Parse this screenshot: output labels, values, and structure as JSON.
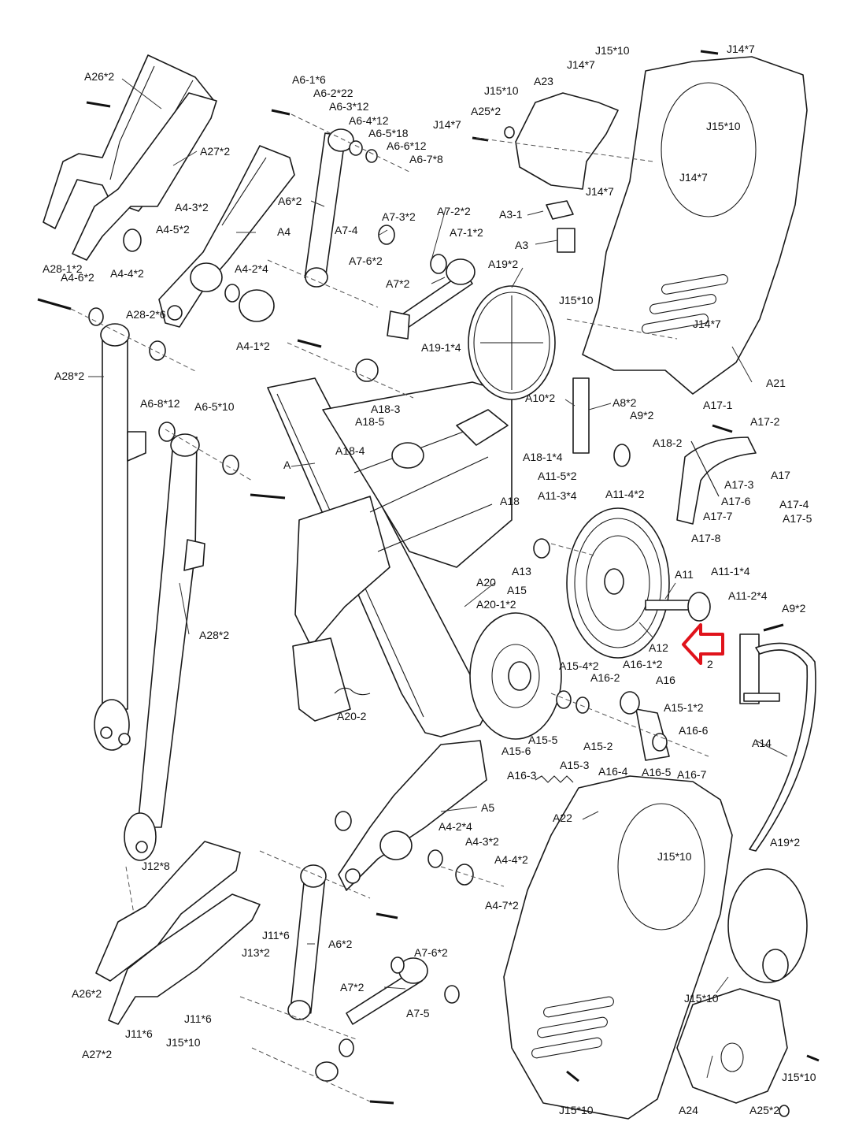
{
  "colors": {
    "line": "#1a1a1a",
    "highlight_arrow": "#e0131b",
    "background": "#ffffff"
  },
  "highlight": {
    "icon": "red-outline-arrow-icon",
    "target": "A12"
  },
  "labels": {
    "a26_top": "A26*2",
    "a27_top": "A27*2",
    "a28_1": "A28-1*2",
    "a4_6": "A4-6*2",
    "a4_4_top": "A4-4*2",
    "a4_5": "A4-5*2",
    "a4_3_top": "A4-3*2",
    "a4": "A4",
    "a28_2": "A28-2*6",
    "a4_2": "A4-2*4",
    "a4_1": "A4-1*2",
    "a28": "A28*2",
    "a6_8": "A6-8*12",
    "a6_5_low": "A6-5*10",
    "a28_b": "A28*2",
    "a6_1": "A6-1*6",
    "a6_2": "A6-2*22",
    "a6_3": "A6-3*12",
    "a6_4": "A6-4*12",
    "a6_5": "A6-5*18",
    "a6_6": "A6-6*12",
    "a6_7": "A6-7*8",
    "a6_top": "A6*2",
    "a7_4": "A7-4",
    "a7_3": "A7-3*2",
    "a7_6_top": "A7-6*2",
    "a7_2": "A7-2*2",
    "a7_1": "A7-1*2",
    "a7_top": "A7*2",
    "a19_1": "A19-1*4",
    "j15_top1": "J15*10",
    "a23": "A23",
    "a25_top": "A25*2",
    "j14_left": "J14*7",
    "j15_top": "J15*10",
    "j14_top": "J14*7",
    "j14_top2": "J14*7",
    "j15_r": "J15*10",
    "j14_mid": "J14*7",
    "j14_a3": "J14*7",
    "a3_1": "A3-1",
    "a3": "A3",
    "a19_top": "A19*2",
    "j15_mid": "J15*10",
    "j14_low": "J14*7",
    "a21": "A21",
    "a10": "A10*2",
    "a8": "A8*2",
    "a9_top": "A9*2",
    "a18_3": "A18-3",
    "a18_5": "A18-5",
    "a18_4": "A18-4",
    "a18_1": "A18-1*4",
    "a18": "A18",
    "a_frame": "A",
    "a11_5": "A11-5*2",
    "a11_4": "A11-4*2",
    "a17_1": "A17-1",
    "a17_2": "A17-2",
    "a18_2": "A18-2",
    "a17": "A17",
    "a17_3": "A17-3",
    "a17_6": "A17-6",
    "a17_4": "A17-4",
    "a17_7": "A17-7",
    "a17_5": "A17-5",
    "a17_8": "A17-8",
    "a11_3": "A11-3*4",
    "a13": "A13",
    "a15": "A15",
    "a20": "A20",
    "a20_1": "A20-1*2",
    "a11": "A11",
    "a11_1": "A11-1*4",
    "a11_2": "A11-2*4",
    "a9_mid": "A9*2",
    "a12": "A12",
    "two": "2",
    "a15_4": "A15-4*2",
    "a16_1": "A16-1*2",
    "a16_2": "A16-2",
    "a16": "A16",
    "a15_1": "A15-1*2",
    "a16_6": "A16-6",
    "a15_6": "A15-6",
    "a15_5": "A15-5",
    "a15_2": "A15-2",
    "a15_3": "A15-3",
    "a16_4": "A16-4",
    "a16_5": "A16-5",
    "a16_7": "A16-7",
    "a14": "A14",
    "a20_2": "A20-2",
    "a16_3": "A16-3",
    "a5": "A5",
    "a22": "A22",
    "a4_2_low": "A4-2*4",
    "a4_3_low": "A4-3*2",
    "a4_4_low": "A4-4*2",
    "a4_7": "A4-7*2",
    "j15_a22": "J15*10",
    "a19_low": "A19*2",
    "j12": "J12*8",
    "j11_mid": "J11*6",
    "j13": "J13*2",
    "a6_low": "A6*2",
    "a26_low": "A26*2",
    "a7_6_low": "A7-6*2",
    "a7_low": "A7*2",
    "a7_5": "A7-5",
    "j11_a": "J11*6",
    "j11_b": "J11*6",
    "j15_low_a": "J15*10",
    "a27_low": "A27*2",
    "j15_low_r": "J15*10",
    "j15_a24": "J15*10",
    "j15_bottom": "J15*10",
    "a24": "A24",
    "a25_low": "A25*2"
  }
}
